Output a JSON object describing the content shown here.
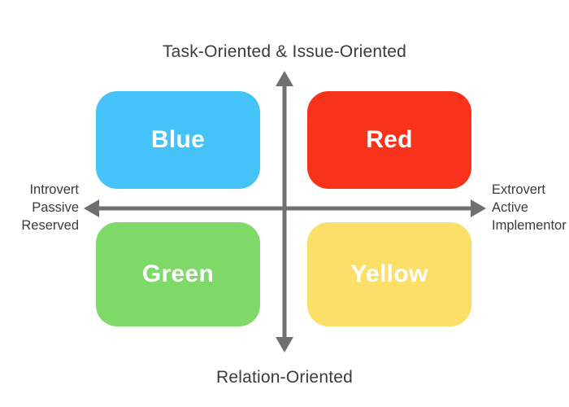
{
  "diagram": {
    "title_top": "Task-Oriented & Issue-Oriented",
    "title_bottom": "Relation-Oriented",
    "axis": {
      "color": "#707070",
      "left_labels": [
        "Introvert",
        "Passive",
        "Reserved"
      ],
      "right_labels": [
        "Extrovert",
        "Active",
        "Implementor"
      ]
    },
    "quadrants": [
      {
        "label": "Blue",
        "color": "#45C2F8",
        "position": "top-left"
      },
      {
        "label": "Red",
        "color": "#F8331B",
        "position": "top-right"
      },
      {
        "label": "Green",
        "color": "#7FD968",
        "position": "bottom-left"
      },
      {
        "label": "Yellow",
        "color": "#FBDF69",
        "position": "bottom-right"
      }
    ],
    "colors": {
      "background": "#FFFFFF",
      "text": "#3B3B3B",
      "quadrant_text": "#FFFFFF"
    }
  }
}
